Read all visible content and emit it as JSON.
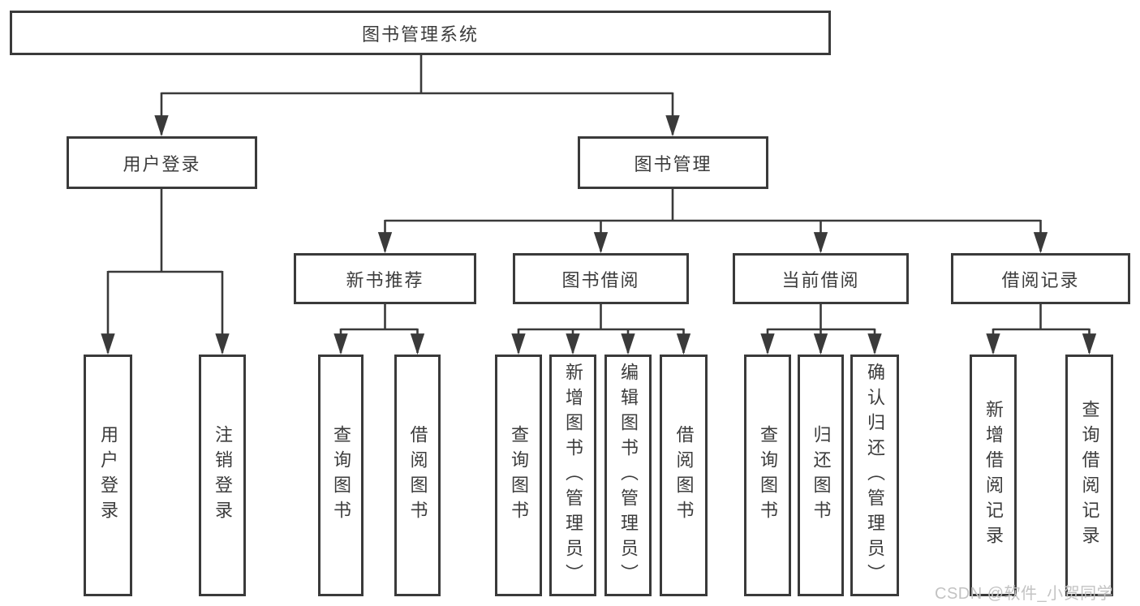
{
  "tree": {
    "root": {
      "label": "图书管理系统"
    },
    "branches": [
      {
        "label": "用户登录",
        "children": [
          {
            "label": "用户登录"
          },
          {
            "label": "注销登录"
          }
        ]
      },
      {
        "label": "图书管理",
        "children": [
          {
            "label": "新书推荐",
            "children": [
              {
                "label": "查询图书"
              },
              {
                "label": "借阅图书"
              }
            ]
          },
          {
            "label": "图书借阅",
            "children": [
              {
                "label": "查询图书"
              },
              {
                "label": "新增图书（管理员）"
              },
              {
                "label": "编辑图书（管理员）"
              },
              {
                "label": "借阅图书"
              }
            ]
          },
          {
            "label": "当前借阅",
            "children": [
              {
                "label": "查询图书"
              },
              {
                "label": "归还图书"
              },
              {
                "label": "确认归还（管理员）"
              }
            ]
          },
          {
            "label": "借阅记录",
            "children": [
              {
                "label": "新增借阅记录"
              },
              {
                "label": "查询借阅记录"
              }
            ]
          }
        ]
      }
    ]
  },
  "watermark": {
    "text": "CSDN @软件_小贺同学"
  },
  "colors": {
    "line": "#3a3a3a",
    "text": "#3c3c3c",
    "watermark": "#c3c3c3",
    "background": "#ffffff",
    "node_bg": "#ffffff"
  }
}
